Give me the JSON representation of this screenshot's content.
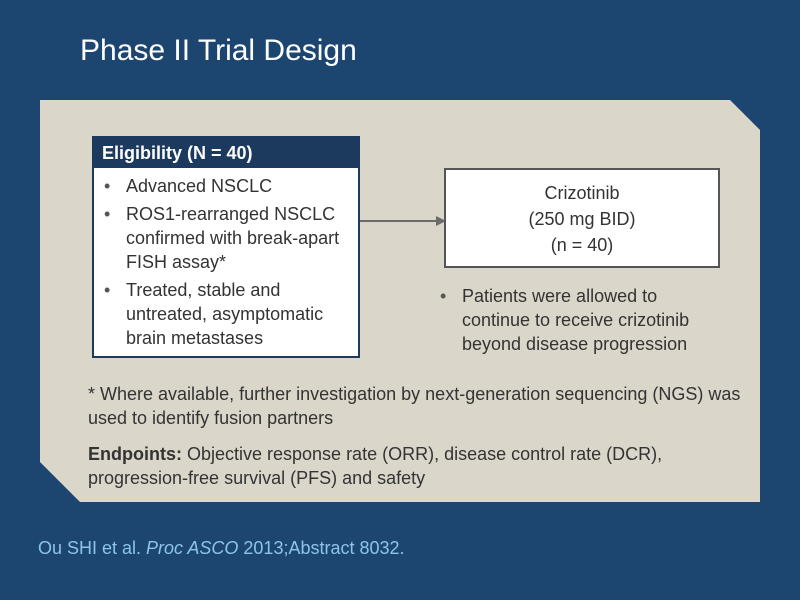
{
  "title": "Phase II Trial Design",
  "eligibility": {
    "header": "Eligibility (N = 40)",
    "items": [
      "Advanced NSCLC",
      "ROS1-rearranged NSCLC confirmed with break-apart FISH assay*",
      "Treated, stable and untreated, asymptomatic brain metastases"
    ]
  },
  "treatment": {
    "drug": "Crizotinib",
    "dose": "(250 mg BID)",
    "n": "(n = 40)",
    "note": "Patients were allowed to continue to receive crizotinib beyond disease progression"
  },
  "footnote": "* Where available, further investigation by next-generation sequencing (NGS) was used to identify fusion partners",
  "endpoints": {
    "label": "Endpoints:",
    "text": " Objective response rate (ORR), disease control rate (DCR), progression-free survival (PFS) and safety"
  },
  "citation": {
    "authors": "Ou SHI et al. ",
    "journal": "Proc ASCO",
    "rest": " 2013;Abstract 8032."
  },
  "colors": {
    "background": "#1c4670",
    "panel": "#dbd6ca",
    "header": "#1c3a5e",
    "citation": "#8ec3ea"
  }
}
